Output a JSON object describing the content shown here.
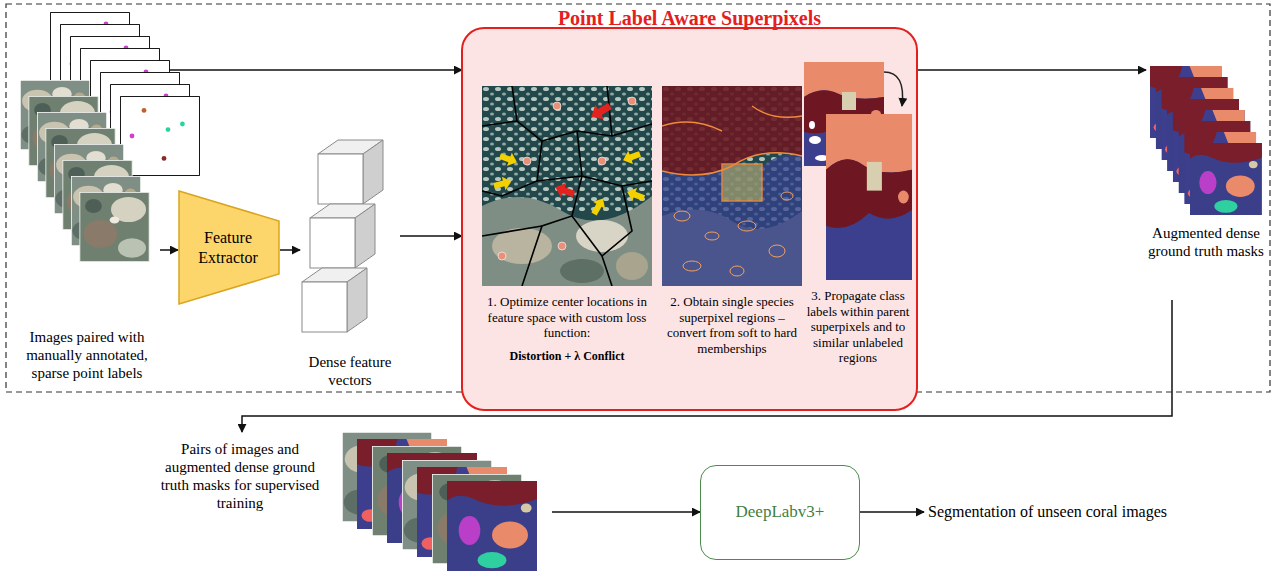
{
  "diagram": {
    "nodes": [
      {
        "text": [
          "Images paired with manually annotated, sparse point labels"
        ]
      },
      {
        "text": [
          "Feature Extractor"
        ]
      },
      {
        "text": [
          "Dense feature vectors"
        ]
      },
      {
        "text": [
          "Point Label Aware Superpixels"
        ]
      },
      {
        "text": [
          "1. Optimize center locations in feature space with custom loss function:",
          "Distortion + λ Conflict"
        ],
        "in": 3
      },
      {
        "text": [
          "2. Obtain single species superpixel regions – convert from soft to hard memberships"
        ],
        "in": 3
      },
      {
        "text": [
          "3. Propagate class labels within parent superpixels and to similar unlabeled regions"
        ],
        "in": 3
      },
      {
        "text": [
          "Augmented dense ground truth masks"
        ]
      },
      {
        "text": [
          "Pairs of images and augmented dense ground truth masks for supervised training"
        ]
      },
      {
        "text": [
          "DeepLabv3+"
        ]
      },
      {
        "text": [
          "Segmentation of unseen coral images"
        ]
      }
    ],
    "edges": [
      {
        "from": 0,
        "to": 3,
        "arrow": "to"
      },
      {
        "from": 0,
        "to": 1,
        "arrow": "to"
      },
      {
        "from": 1,
        "to": 2,
        "arrow": "to"
      },
      {
        "from": 2,
        "to": 3,
        "arrow": "to"
      },
      {
        "from": 3,
        "to": 7,
        "arrow": "to"
      },
      {
        "from": 7,
        "to": 8,
        "arrow": "to"
      },
      {
        "from": 8,
        "to": 9,
        "arrow": "to"
      },
      {
        "from": 9,
        "to": 10,
        "arrow": "to"
      }
    ]
  }
}
